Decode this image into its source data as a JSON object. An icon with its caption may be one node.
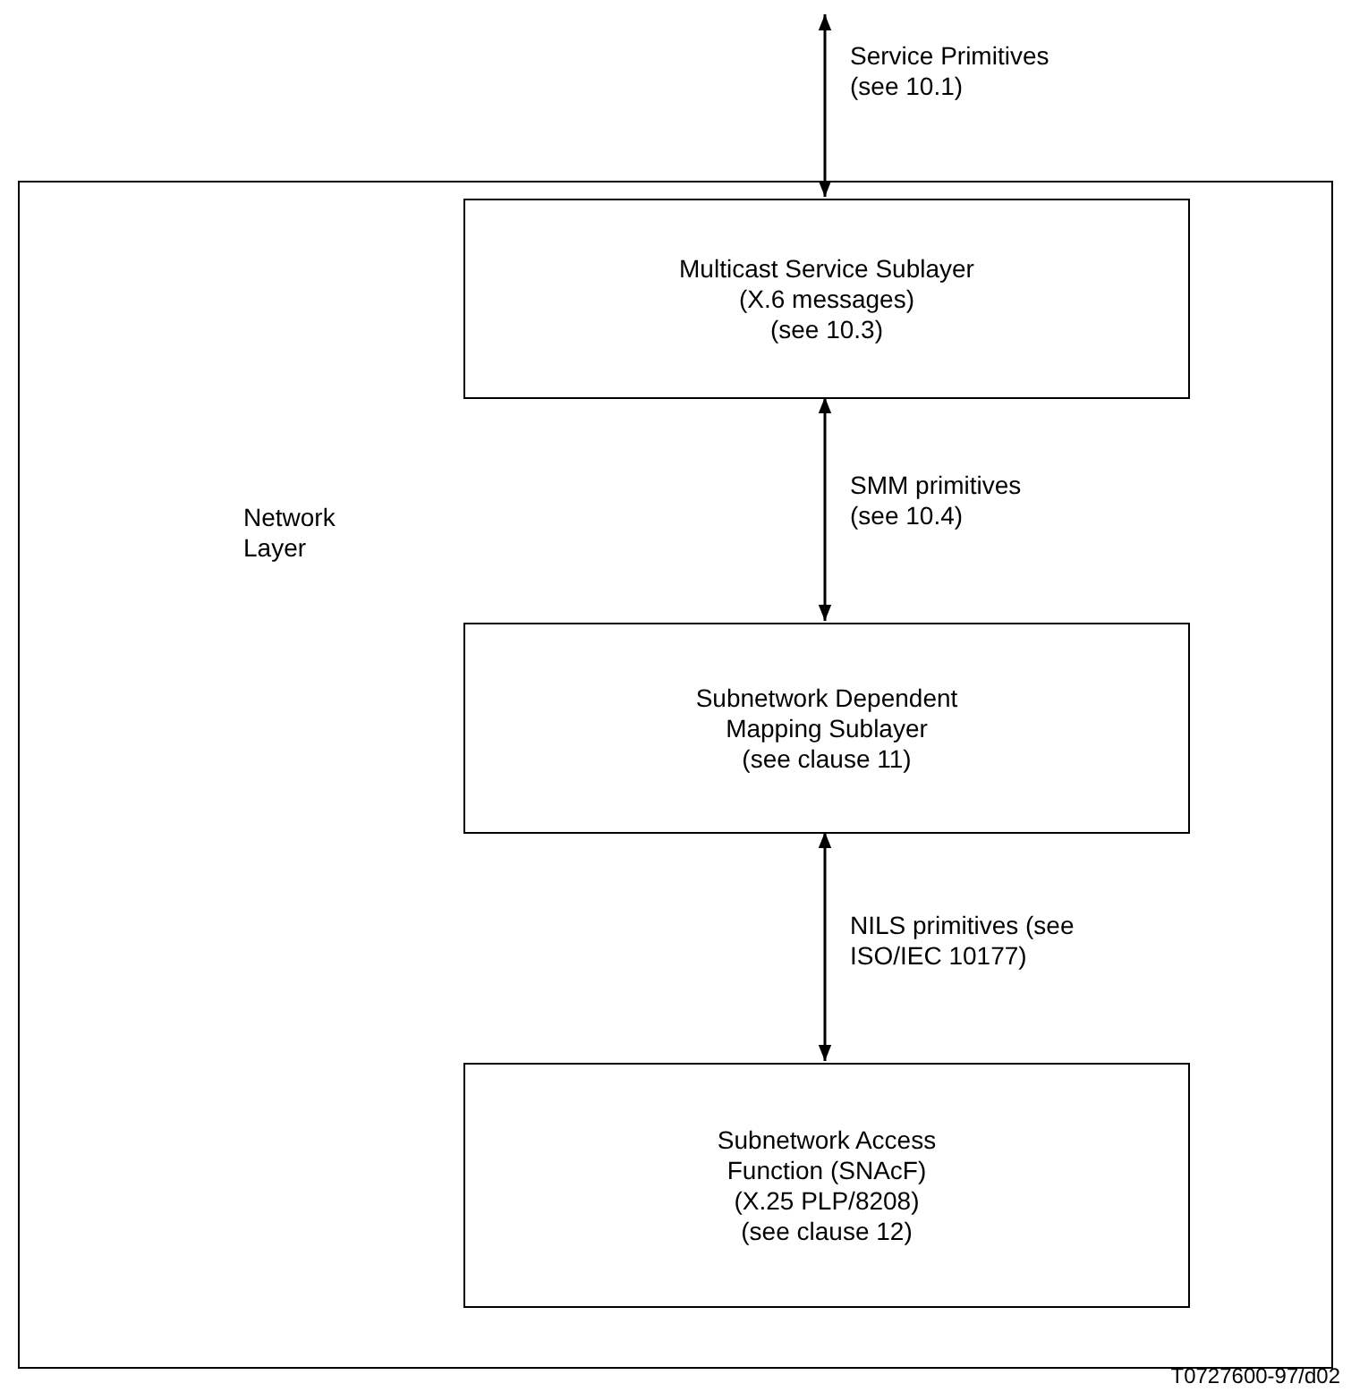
{
  "diagram": {
    "nodes": [
      {
        "text": [
          "Network Layer"
        ]
      },
      {
        "text": [
          "Multicast Service Sublayer",
          "(X.6 messages)",
          "(see 10.3)"
        ],
        "in": 0
      },
      {
        "text": [
          "Subnetwork Dependent Mapping Sublayer",
          "(see clause 11)"
        ],
        "in": 0
      },
      {
        "text": [
          "Subnetwork Access Function (SNAcF)",
          "(X.25 PLP/8208)",
          "(see clause 12)"
        ],
        "in": 0
      }
    ],
    "edges": [
      {
        "from": null,
        "to": 1,
        "arrow": "both",
        "label": "Service Primitives (see 10.1)"
      },
      {
        "from": 1,
        "to": 2,
        "arrow": "both",
        "label": "SMM primitives (see 10.4)"
      },
      {
        "from": 2,
        "to": 3,
        "arrow": "both",
        "label": "NILS primitives (see ISO/IEC 10177)"
      }
    ],
    "labels": [
      "T0727600-97/d02"
    ]
  }
}
